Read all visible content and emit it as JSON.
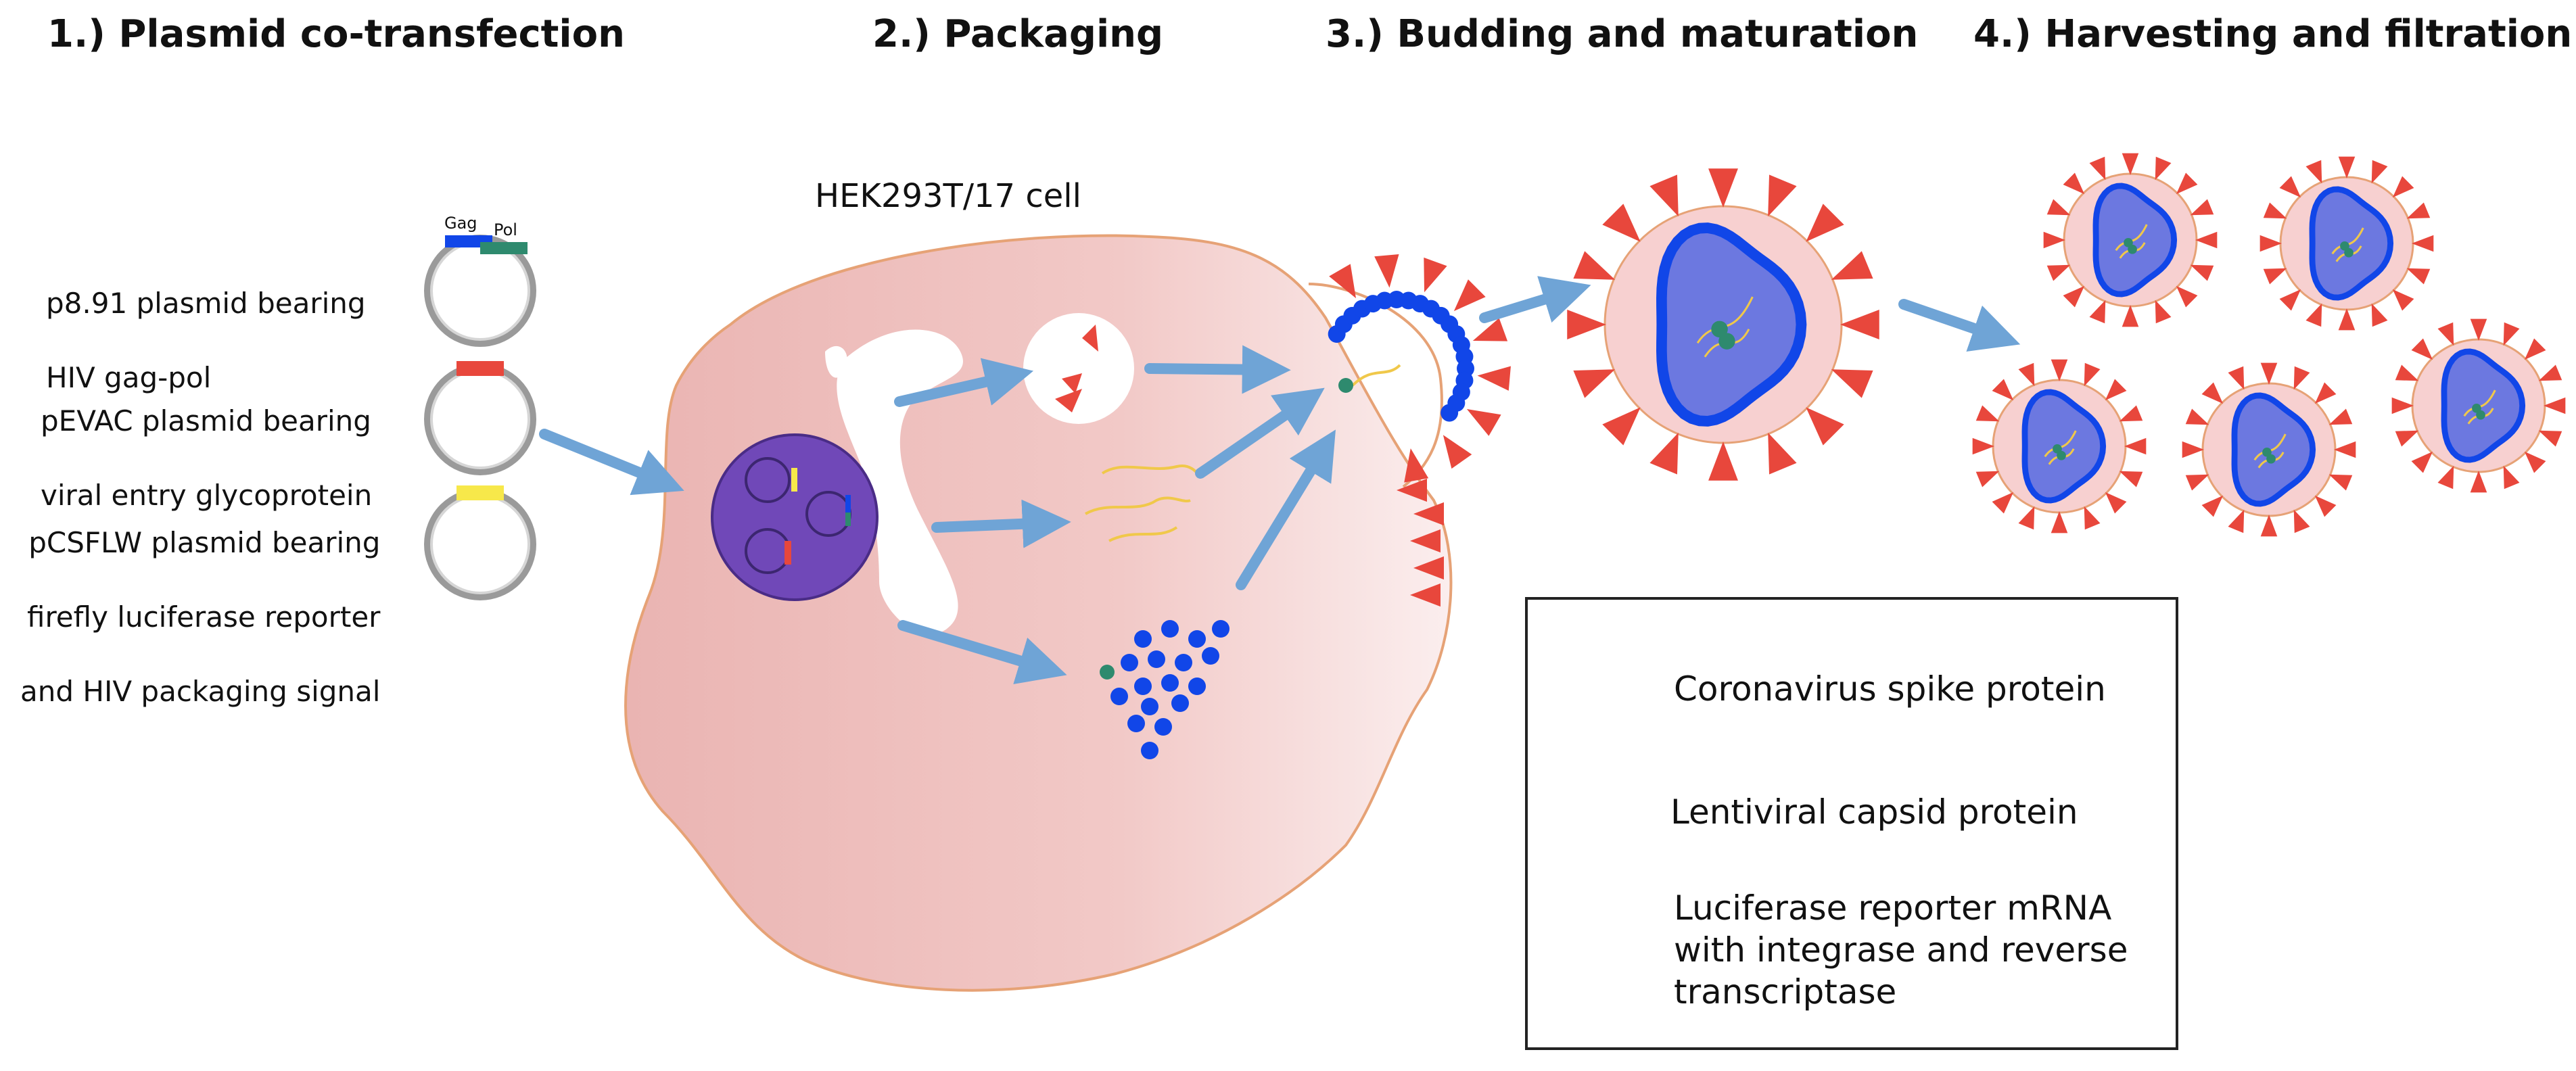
{
  "steps": [
    {
      "label": "1.) Plasmid co-transfection"
    },
    {
      "label": "2.) Packaging"
    },
    {
      "label": "3.) Budding and maturation"
    },
    {
      "label": "4.) Harvesting and filtration"
    }
  ],
  "plasmids": [
    {
      "lines": [
        "p8.91 plasmid bearing",
        "HIV gag-pol"
      ],
      "genes": [
        "Gag",
        "Pol"
      ]
    },
    {
      "lines": [
        "pEVAC plasmid bearing",
        "viral entry glycoprotein"
      ]
    },
    {
      "lines": [
        "pCSFLW plasmid bearing",
        "firefly luciferase reporter",
        "and HIV packaging signal"
      ]
    }
  ],
  "cell_label": "HEK293T/17 cell",
  "legend": [
    {
      "icon": "spike-protein-icon",
      "lines": [
        "Coronavirus spike protein"
      ]
    },
    {
      "icon": "capsid-protein-icon",
      "lines": [
        "Lentiviral capsid protein"
      ]
    },
    {
      "icon": "mrna-icon",
      "lines": [
        "Luciferase reporter mRNA",
        "with integrase and reverse",
        "transcriptase"
      ]
    }
  ],
  "colors": {
    "spike": "#e8473c",
    "capsid": "#1146e8",
    "mrna": "#f0c84a",
    "enzyme": "#2e8a6e",
    "nucleus": "#7048b8",
    "cell": "#f2c4c2",
    "arrow": "#6fa4d6",
    "gag": "#1146e8",
    "pol": "#2e8a6e",
    "env": "#e8473c",
    "reporter": "#f7e84a"
  }
}
